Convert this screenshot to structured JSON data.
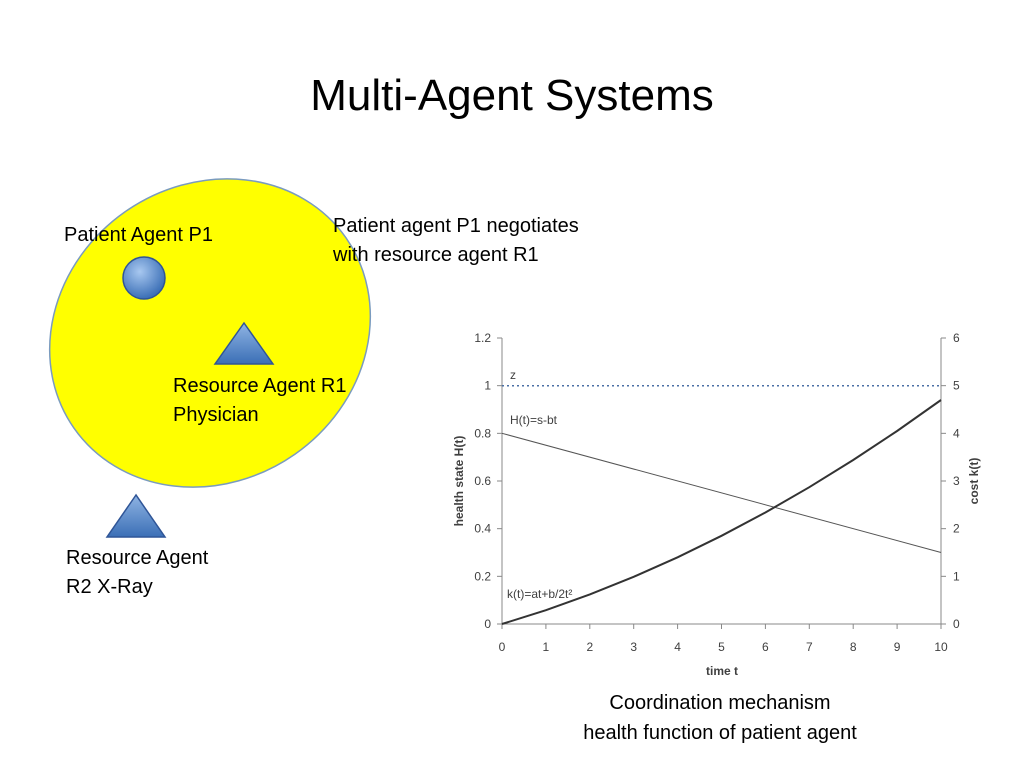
{
  "slide": {
    "title": "Multi-Agent Systems"
  },
  "diagram": {
    "patient_agent_label": "Patient Agent P1",
    "resource_agent_r1_line1": "Resource Agent R1",
    "resource_agent_r1_line2": "Physician",
    "resource_agent_r2_line1": "Resource Agent",
    "resource_agent_r2_line2": "R2 X-Ray",
    "negotiation_line1": "Patient agent P1 negotiates",
    "negotiation_line2": "with resource agent R1",
    "colors": {
      "ellipse_fill": "#ffff00",
      "ellipse_stroke": "#7a9bbf",
      "agent_blue": "#4f81bd"
    }
  },
  "chart_data": {
    "type": "line",
    "xlabel": "time t",
    "ylabel": "health state H(t)",
    "ylabel_right": "cost k(t)",
    "xlim": [
      0,
      10
    ],
    "ylim": [
      0,
      1.2
    ],
    "ylim_right": [
      0,
      6
    ],
    "x_ticks": [
      0,
      1,
      2,
      3,
      4,
      5,
      6,
      7,
      8,
      9,
      10
    ],
    "y_ticks": [
      0,
      0.2,
      0.4,
      0.6,
      0.8,
      1,
      1.2
    ],
    "y_ticks_right": [
      0,
      1,
      2,
      3,
      4,
      5,
      6
    ],
    "grid": false,
    "series": [
      {
        "name": "z",
        "axis": "left",
        "style": "dotted",
        "x": [
          0,
          10
        ],
        "values": [
          1,
          1
        ]
      },
      {
        "name": "H(t)=s-bt",
        "axis": "left",
        "style": "solid",
        "x": [
          0,
          10
        ],
        "values": [
          0.8,
          0.3
        ]
      },
      {
        "name": "k(t)=at+b/2t²",
        "axis": "right",
        "style": "solid-thick",
        "x": [
          0,
          1,
          2,
          3,
          4,
          5,
          6,
          7,
          8,
          9,
          10
        ],
        "values": [
          0,
          0.29,
          0.62,
          0.99,
          1.4,
          1.85,
          2.34,
          2.87,
          3.44,
          4.05,
          4.7
        ]
      }
    ],
    "caption_line1": "Coordination mechanism",
    "caption_line2": "health function of patient agent"
  }
}
